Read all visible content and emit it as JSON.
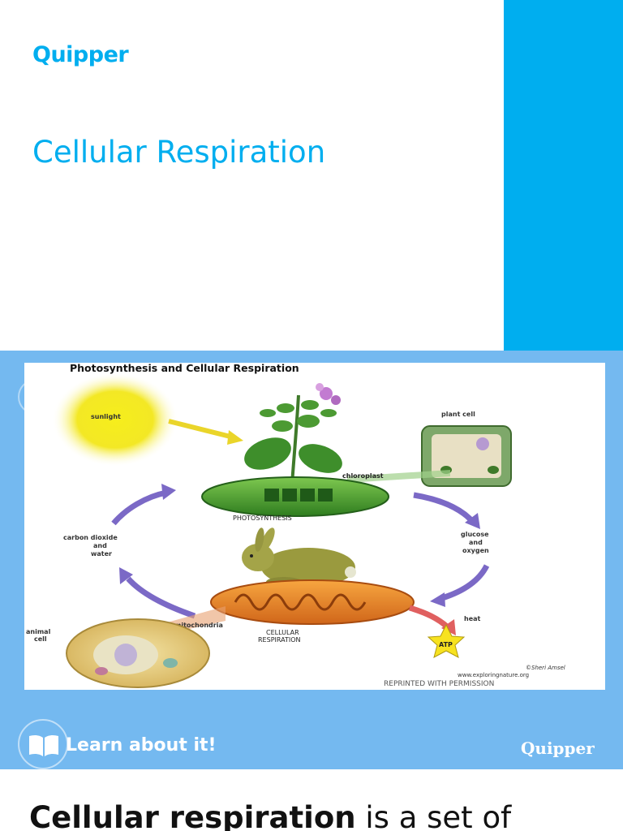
{
  "slide1": {
    "logo": "Quipper",
    "title": "Cellular Respiration",
    "accent_color": "#00aeef"
  },
  "diagram": {
    "heading": "Photosynthesis and Cellular Respiration",
    "labels": {
      "sunlight": "sunlight",
      "plant_cell": "plant cell",
      "chloroplast": "chloroplast",
      "photosynthesis": "PHOTOSYNTHESIS",
      "carbon_dioxide": "carbon dioxide",
      "and1": "and",
      "water": "water",
      "glucose": "glucose",
      "and2": "and",
      "oxygen": "oxygen",
      "animal": "animal",
      "cell": "cell",
      "mitochondria": "mitochondria",
      "cellular": "CELLULAR",
      "respiration": "RESPIRATION",
      "heat": "heat",
      "atp": "ATP",
      "credit_name": "©Sheri Amsel",
      "credit_site": "www.exploringnature.org",
      "reprinted": "REPRINTED WITH PERMISSION"
    }
  },
  "footer": {
    "learn_label": "Learn about it!",
    "logo": "Quipper",
    "book_icon": "book-icon",
    "bg_color": "#74b9f0"
  },
  "slide3": {
    "bold_text": "Cellular respiration",
    "rest_text": " is a set of"
  }
}
